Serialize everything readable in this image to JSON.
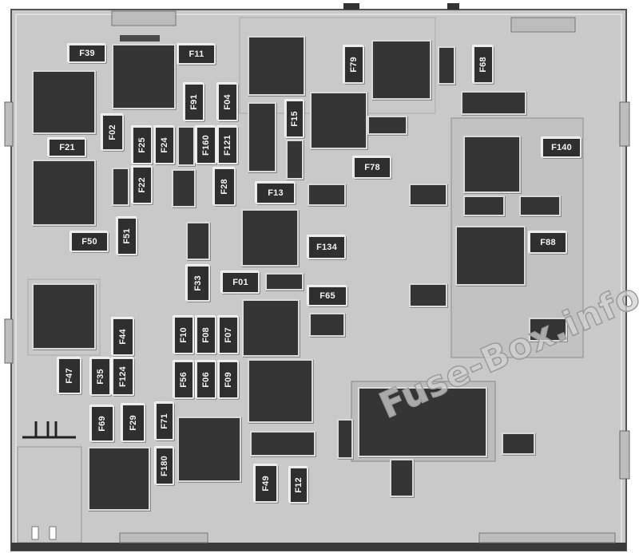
{
  "colors": {
    "housing": "#c9c9c9",
    "fuse": "#2f2f2f",
    "fuse_text": "#f2f2f2",
    "outline": "#555555"
  },
  "fuses": {
    "F39": "F39",
    "F11": "F11",
    "F79": "F79",
    "F68": "F68",
    "F91": "F91",
    "F04": "F04",
    "F02": "F02",
    "F21": "F21",
    "F25": "F25",
    "F24": "F24",
    "F160": "F160",
    "F121": "F121",
    "F15": "F15",
    "F140": "F140",
    "F78": "F78",
    "F22": "F22",
    "F28": "F28",
    "F13": "F13",
    "F50": "F50",
    "F51": "F51",
    "F134": "F134",
    "F88": "F88",
    "F33": "F33",
    "F01": "F01",
    "F65": "F65",
    "F44": "F44",
    "F10": "F10",
    "F08": "F08",
    "F07": "F07",
    "F47": "F47",
    "F35": "F35",
    "F124": "F124",
    "F56": "F56",
    "F06": "F06",
    "F09": "F09",
    "F69": "F69",
    "F29": "F29",
    "F71": "F71",
    "F180": "F180",
    "F49": "F49",
    "F12": "F12"
  },
  "watermark": "Fuse-Box.info"
}
